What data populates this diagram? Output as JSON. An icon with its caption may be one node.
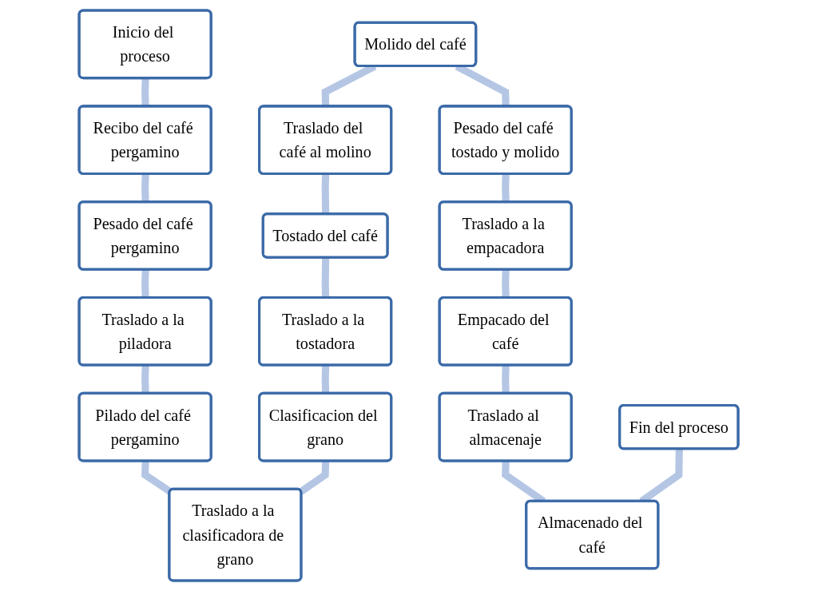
{
  "diagram": {
    "nodes": [
      {
        "text": [
          "Inicio del proceso"
        ]
      },
      {
        "text": [
          "Recibo del café pergamino"
        ]
      },
      {
        "text": [
          "Pesado del café pergamino"
        ]
      },
      {
        "text": [
          "Traslado a la piladora"
        ]
      },
      {
        "text": [
          "Pilado del café pergamino"
        ]
      },
      {
        "text": [
          "Traslado a la clasificadora de grano"
        ]
      },
      {
        "text": [
          "Clasificacion del grano"
        ]
      },
      {
        "text": [
          "Traslado a la tostadora"
        ]
      },
      {
        "text": [
          "Tostado del café"
        ]
      },
      {
        "text": [
          "Traslado del café al molino"
        ]
      },
      {
        "text": [
          "Molido del café"
        ]
      },
      {
        "text": [
          "Pesado del café tostado y molido"
        ]
      },
      {
        "text": [
          "Traslado a la empacadora"
        ]
      },
      {
        "text": [
          "Empacado del café"
        ]
      },
      {
        "text": [
          "Traslado al almacenaje"
        ]
      },
      {
        "text": [
          "Almacenado del café"
        ]
      },
      {
        "text": [
          "Fin del proceso"
        ]
      }
    ],
    "edges": [
      {
        "from": 0,
        "to": 1,
        "arrow": "none"
      },
      {
        "from": 1,
        "to": 2,
        "arrow": "none"
      },
      {
        "from": 2,
        "to": 3,
        "arrow": "none"
      },
      {
        "from": 3,
        "to": 4,
        "arrow": "none"
      },
      {
        "from": 4,
        "to": 5,
        "arrow": "none"
      },
      {
        "from": 6,
        "to": 5,
        "arrow": "none"
      },
      {
        "from": 7,
        "to": 6,
        "arrow": "none"
      },
      {
        "from": 8,
        "to": 7,
        "arrow": "none"
      },
      {
        "from": 9,
        "to": 8,
        "arrow": "none"
      },
      {
        "from": 10,
        "to": 9,
        "arrow": "none"
      },
      {
        "from": 10,
        "to": 11,
        "arrow": "none"
      },
      {
        "from": 11,
        "to": 12,
        "arrow": "none"
      },
      {
        "from": 12,
        "to": 13,
        "arrow": "none"
      },
      {
        "from": 13,
        "to": 14,
        "arrow": "none"
      },
      {
        "from": 14,
        "to": 15,
        "arrow": "none"
      },
      {
        "from": 16,
        "to": 15,
        "arrow": "none"
      }
    ]
  }
}
